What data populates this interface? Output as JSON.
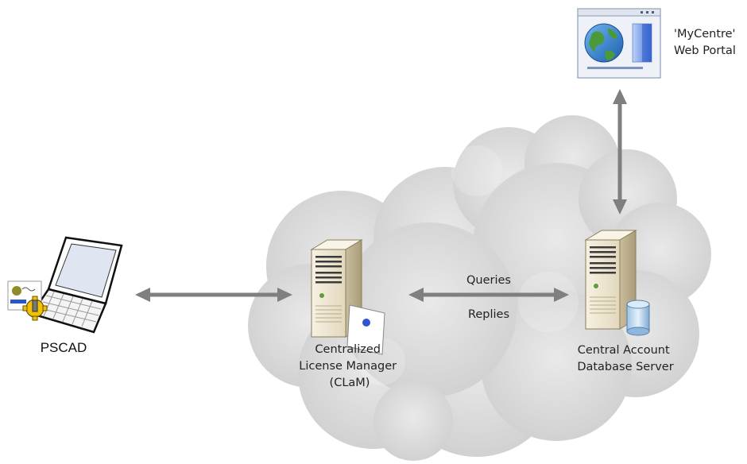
{
  "nodes": {
    "pscad": {
      "label": "PSCAD",
      "icon": "laptop-icon"
    },
    "clam": {
      "label_lines": [
        "Centralized",
        "License Manager",
        "(CLaM)"
      ],
      "icon": "server-icon"
    },
    "db_server": {
      "label_lines": [
        "Central Account",
        "Database Server"
      ],
      "icon": "database-server-icon"
    },
    "portal": {
      "label_lines": [
        "'MyCentre'",
        "Web Portal"
      ],
      "icon": "web-browser-icon"
    }
  },
  "edges": {
    "clam_db": {
      "top_label": "Queries",
      "bottom_label": "Replies"
    }
  },
  "colors": {
    "arrow": "#7f7f7f",
    "cloud": "#d6d6d6",
    "server_body": "#ece4cf",
    "accent_blue": "#2f55d6"
  }
}
